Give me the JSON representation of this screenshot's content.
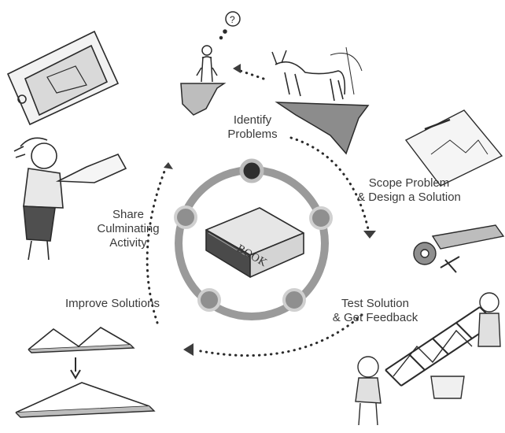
{
  "steps": [
    {
      "lines": [
        "Identify",
        "Problems"
      ]
    },
    {
      "lines": [
        "Scope Problem",
        "& Design a Solution"
      ]
    },
    {
      "lines": [
        "Test Solution",
        "& Get Feedback"
      ]
    },
    {
      "lines": [
        "Improve Solutions"
      ]
    },
    {
      "lines": [
        "Share",
        "Culminating",
        "Activity"
      ]
    }
  ],
  "book_text": "BOOK",
  "note_text": "?",
  "colors": {
    "ring": "#9a9a9a",
    "node": "#8f8f8f",
    "active_node": "#2f2f2f",
    "ink": "#2b2b2b",
    "label": "#3a3a3a"
  }
}
